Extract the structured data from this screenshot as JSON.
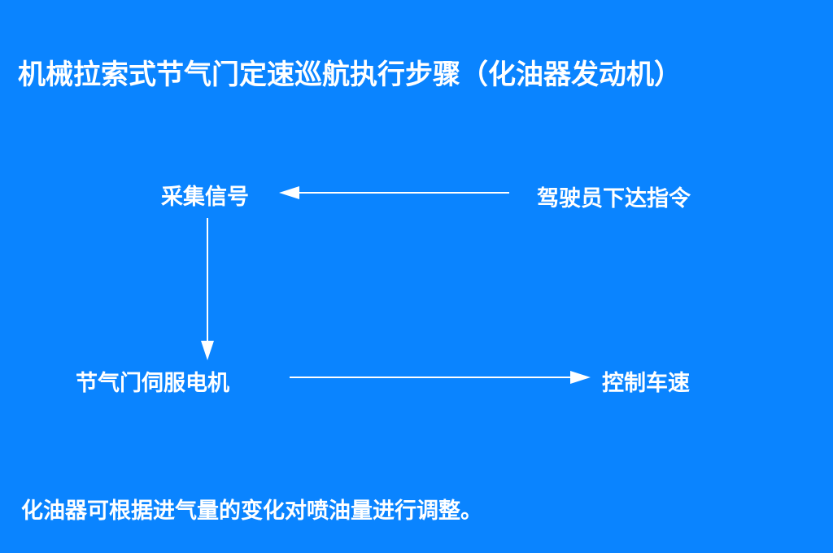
{
  "title": "机械拉索式节气门定速巡航执行步骤（化油器发动机）",
  "nodes": {
    "collect_signal": "采集信号",
    "driver_command": "驾驶员下达指令",
    "throttle_servo_motor": "节气门伺服电机",
    "control_speed": "控制车速"
  },
  "note": "化油器可根据进气量的变化对喷油量进行调整。",
  "colors": {
    "background": "#0a84ff",
    "foreground": "#ffffff"
  }
}
